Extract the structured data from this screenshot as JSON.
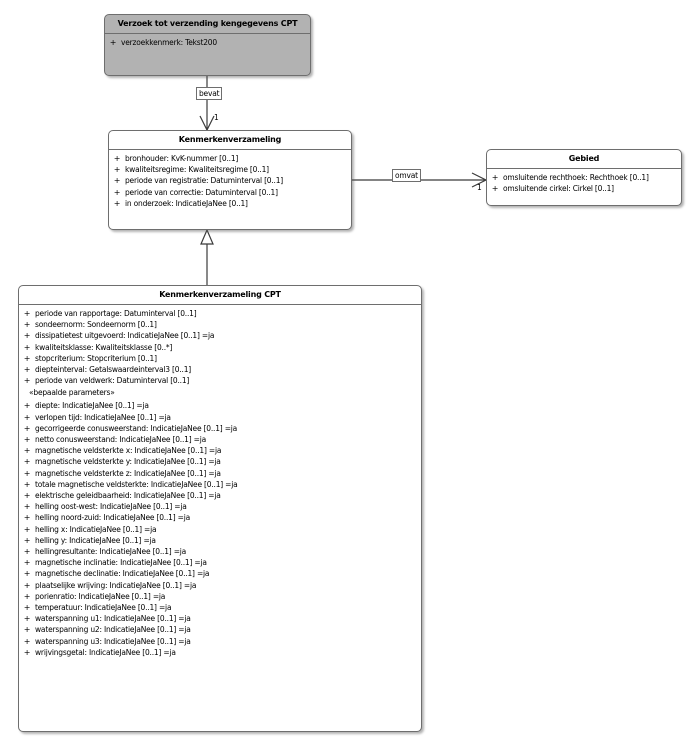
{
  "diagram": {
    "type": "uml-class-diagram",
    "background": "#ffffff",
    "shaded_fill": "#b2b2b2",
    "line_color": "#6e6e6e"
  },
  "classes": [
    {
      "id": "verzoek",
      "name": "Verzoek tot verzending kengegevens CPT",
      "shaded": true,
      "attributes": [
        {
          "visibility": "+",
          "signature": "verzoekkenmerk: Tekst200"
        }
      ]
    },
    {
      "id": "kenmerkenverzameling",
      "name": "Kenmerkenverzameling",
      "shaded": false,
      "attributes": [
        {
          "visibility": "+",
          "signature": "bronhouder: KvK-nummer [0..1]"
        },
        {
          "visibility": "+",
          "signature": "kwaliteitsregime: Kwaliteitsregime [0..1]"
        },
        {
          "visibility": "+",
          "signature": "periode van registratie: Datuminterval [0..1]"
        },
        {
          "visibility": "+",
          "signature": "periode van correctie: Datuminterval [0..1]"
        },
        {
          "visibility": "+",
          "signature": "in onderzoek: IndicatieJaNee [0..1]"
        }
      ]
    },
    {
      "id": "gebied",
      "name": "Gebied",
      "shaded": false,
      "attributes": [
        {
          "visibility": "+",
          "signature": "omsluitende rechthoek: Rechthoek [0..1]"
        },
        {
          "visibility": "+",
          "signature": "omsluitende cirkel: Cirkel [0..1]"
        }
      ]
    },
    {
      "id": "kenmerkenverzameling_cpt",
      "name": "Kenmerkenverzameling CPT",
      "shaded": false,
      "attributes": [
        {
          "visibility": "+",
          "signature": "periode van rapportage: Datuminterval [0..1]"
        },
        {
          "visibility": "+",
          "signature": "sondeernorm: Sondeernorm [0..1]"
        },
        {
          "visibility": "+",
          "signature": "dissipatietest uitgevoerd: IndicatieJaNee [0..1] =ja"
        },
        {
          "visibility": "+",
          "signature": "kwaliteitsklasse: Kwaliteitsklasse [0..*]"
        },
        {
          "visibility": "+",
          "signature": "stopcriterium: Stopcriterium [0..1]"
        },
        {
          "visibility": "+",
          "signature": "diepteinterval: Getalswaardeinterval3 [0..1]"
        },
        {
          "visibility": "+",
          "signature": "periode van veldwerk: Datuminterval [0..1]"
        },
        {
          "visibility": "",
          "signature": "«bepaalde parameters»",
          "stereotype": true
        },
        {
          "visibility": "+",
          "signature": "diepte: IndicatieJaNee [0..1] =ja"
        },
        {
          "visibility": "+",
          "signature": "verlopen tijd: IndicatieJaNee [0..1] =ja"
        },
        {
          "visibility": "+",
          "signature": "gecorrigeerde conusweerstand: IndicatieJaNee [0..1] =ja"
        },
        {
          "visibility": "+",
          "signature": "netto conusweerstand: IndicatieJaNee [0..1] =ja"
        },
        {
          "visibility": "+",
          "signature": "magnetische veldsterkte x: IndicatieJaNee [0..1] =ja"
        },
        {
          "visibility": "+",
          "signature": "magnetische veldsterkte y: IndicatieJaNee [0..1] =ja"
        },
        {
          "visibility": "+",
          "signature": "magnetische veldsterkte z: IndicatieJaNee [0..1] =ja"
        },
        {
          "visibility": "+",
          "signature": "totale magnetische veldsterkte: IndicatieJaNee [0..1] =ja"
        },
        {
          "visibility": "+",
          "signature": "elektrische geleidbaarheid: IndicatieJaNee [0..1] =ja"
        },
        {
          "visibility": "+",
          "signature": "helling oost-west: IndicatieJaNee [0..1] =ja"
        },
        {
          "visibility": "+",
          "signature": "helling noord-zuid: IndicatieJaNee [0..1] =ja"
        },
        {
          "visibility": "+",
          "signature": "helling x: IndicatieJaNee [0..1] =ja"
        },
        {
          "visibility": "+",
          "signature": "helling y: IndicatieJaNee [0..1] =ja"
        },
        {
          "visibility": "+",
          "signature": "hellingresultante: IndicatieJaNee [0..1] =ja"
        },
        {
          "visibility": "+",
          "signature": "magnetische inclinatie: IndicatieJaNee [0..1] =ja"
        },
        {
          "visibility": "+",
          "signature": "magnetische declinatie: IndicatieJaNee [0..1] =ja"
        },
        {
          "visibility": "+",
          "signature": "plaatselijke wrijving: IndicatieJaNee [0..1] =ja"
        },
        {
          "visibility": "+",
          "signature": "porienratio: IndicatieJaNee [0..1] =ja"
        },
        {
          "visibility": "+",
          "signature": "temperatuur: IndicatieJaNee [0..1] =ja"
        },
        {
          "visibility": "+",
          "signature": "waterspanning u1: IndicatieJaNee [0..1] =ja"
        },
        {
          "visibility": "+",
          "signature": "waterspanning u2: IndicatieJaNee [0..1] =ja"
        },
        {
          "visibility": "+",
          "signature": "waterspanning u3: IndicatieJaNee [0..1] =ja"
        },
        {
          "visibility": "+",
          "signature": "wrijvingsgetal: IndicatieJaNee [0..1] =ja"
        }
      ]
    }
  ],
  "relationships": [
    {
      "id": "bevat",
      "label": "bevat",
      "kind": "association",
      "from": "verzoek",
      "to": "kenmerkenverzameling",
      "target_multiplicity": "1"
    },
    {
      "id": "omvat",
      "label": "omvat",
      "kind": "association",
      "from": "kenmerkenverzameling",
      "to": "gebied",
      "target_multiplicity": "1"
    },
    {
      "id": "generalisatie",
      "label": "",
      "kind": "generalization",
      "from": "kenmerkenverzameling_cpt",
      "to": "kenmerkenverzameling",
      "target_multiplicity": ""
    }
  ]
}
